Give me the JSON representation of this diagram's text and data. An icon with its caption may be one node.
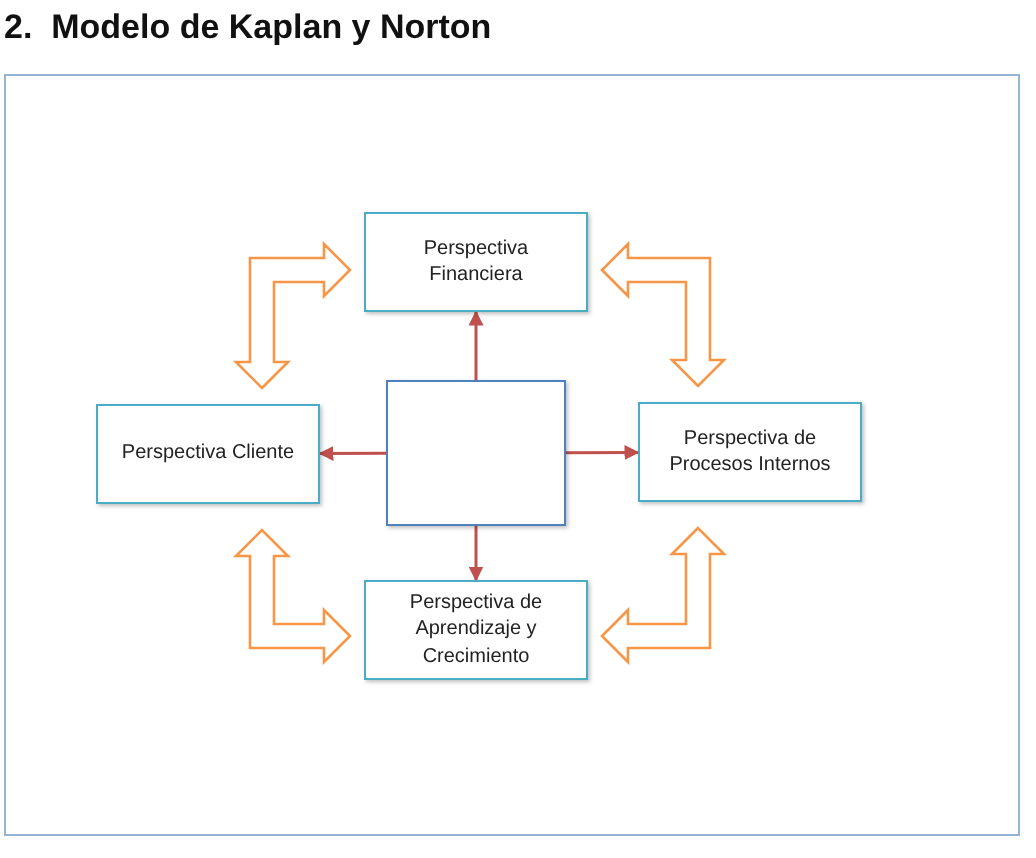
{
  "diagram": {
    "title": "2.  Modelo de Kaplan y Norton",
    "nodes": [
      {
        "text": [
          "Perspectiva Financiera"
        ]
      },
      {
        "text": [
          "Perspectiva Cliente"
        ]
      },
      {
        "text": [],
        "shape": "box"
      },
      {
        "text": [
          "Perspectiva de Procesos Internos"
        ]
      },
      {
        "text": [
          "Perspectiva de Aprendizaje y Crecimiento"
        ]
      }
    ],
    "edges": [
      {
        "from": 2,
        "to": 0,
        "arrow": "to",
        "color": "#c0504d"
      },
      {
        "from": 2,
        "to": 1,
        "arrow": "to",
        "color": "#c0504d"
      },
      {
        "from": 2,
        "to": 3,
        "arrow": "to",
        "color": "#c0504d"
      },
      {
        "from": 2,
        "to": 4,
        "arrow": "to",
        "color": "#c0504d"
      },
      {
        "from": 1,
        "to": 0,
        "arrow": "both",
        "style": "thick",
        "color": "#f79646"
      },
      {
        "from": 0,
        "to": 3,
        "arrow": "both",
        "style": "thick",
        "color": "#f79646"
      },
      {
        "from": 1,
        "to": 4,
        "arrow": "both",
        "style": "thick",
        "color": "#f79646"
      },
      {
        "from": 3,
        "to": 4,
        "arrow": "both",
        "style": "thick",
        "color": "#f79646"
      }
    ]
  }
}
